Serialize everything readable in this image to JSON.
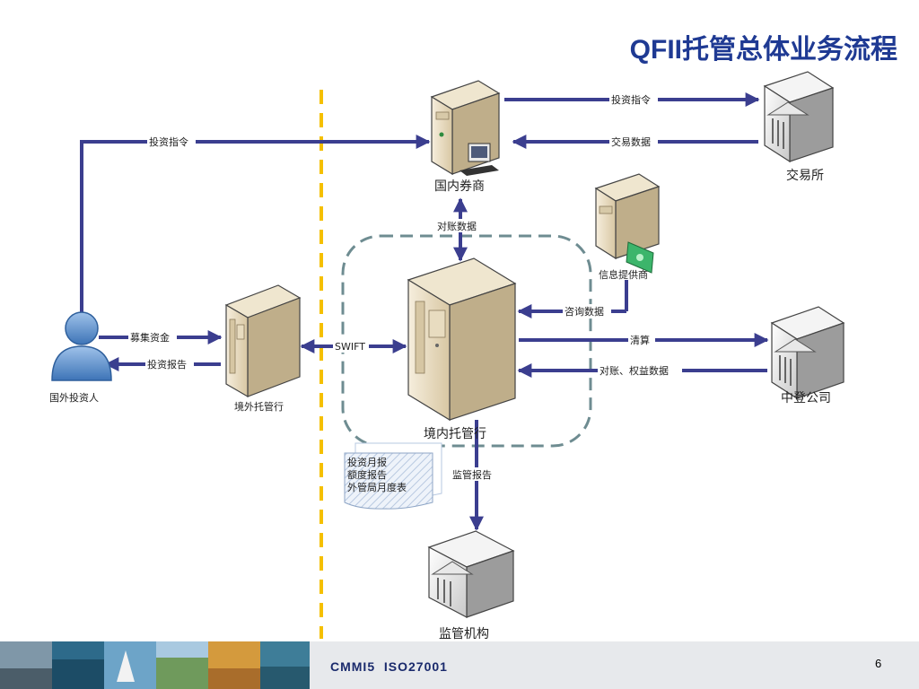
{
  "slide": {
    "title": "QFII托管总体业务流程",
    "footer_text": "CMMI5  ISO27001",
    "page_number": "6"
  },
  "nodes": {
    "foreign_investor": "国外投资人",
    "overseas_custodian": "境外托管行",
    "domestic_broker": "国内券商",
    "stock_exchange": "交易所",
    "info_provider": "信息提供商",
    "domestic_custodian": "境内托管行",
    "csdc": "中登公司",
    "regulator": "监管机构"
  },
  "edges": {
    "investor_to_broker": "投资指令",
    "broker_to_exchange": "投资指令",
    "exchange_to_broker": "交易数据",
    "reconciliation": "对账数据",
    "consult_data": "咨询数据",
    "settlement": "清算",
    "reconciliation_rights": "对账、权益数据",
    "raise_funds": "募集资金",
    "investment_report": "投资报告",
    "swift": "SWIFT",
    "regulatory_report": "监管报告"
  },
  "report_doc": {
    "lines": [
      "投资月报",
      "额度报告",
      "外管局月度表"
    ]
  },
  "colors": {
    "title": "#1f3a93",
    "arrow": "#3b3e8f",
    "divider": "#f5c000",
    "boundary": "#6e8c91"
  }
}
